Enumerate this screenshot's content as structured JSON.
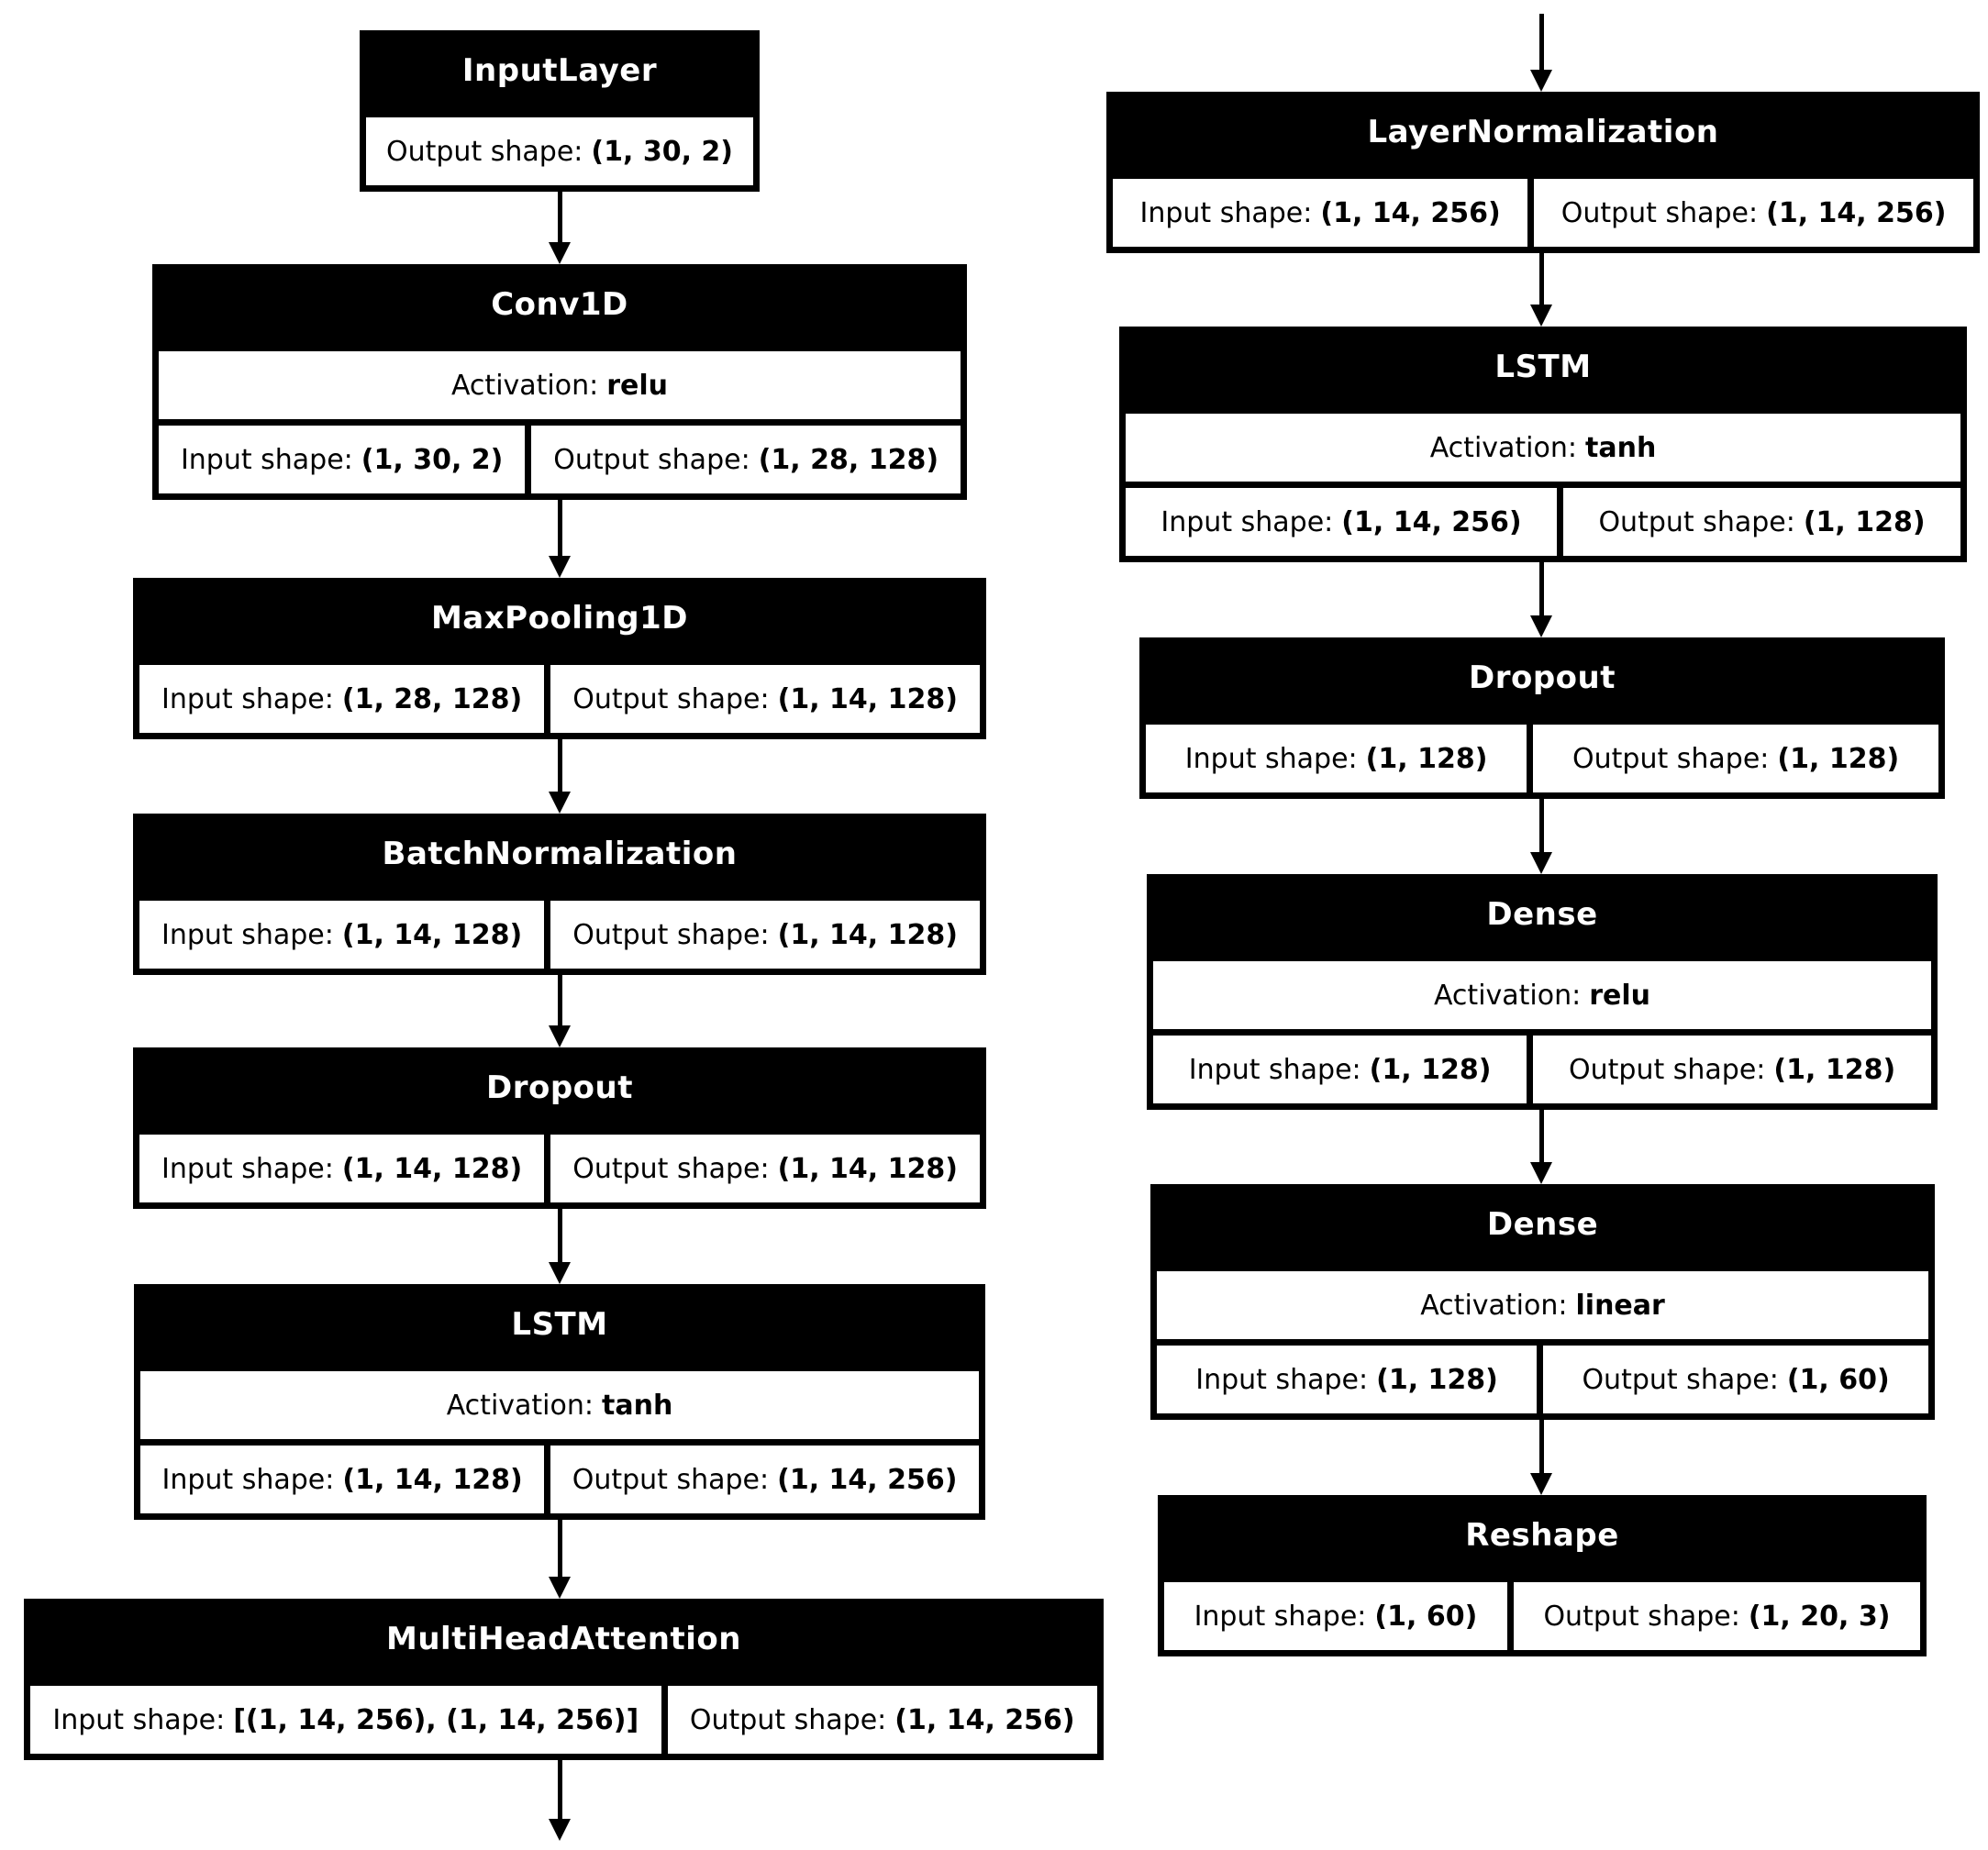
{
  "diagram": {
    "type": "keras-model-architecture",
    "colors": {
      "node_bg": "#000000",
      "node_text": "#ffffff",
      "cell_bg": "#ffffff",
      "cell_text": "#000000"
    },
    "labels": {
      "input": "Input shape:",
      "output": "Output shape:",
      "activation": "Activation:"
    },
    "left_column": {
      "nodes": [
        {
          "title": "InputLayer",
          "output_shape": "(1, 30, 2)"
        },
        {
          "title": "Conv1D",
          "activation": "relu",
          "input_shape": "(1, 30, 2)",
          "output_shape": "(1, 28, 128)"
        },
        {
          "title": "MaxPooling1D",
          "input_shape": "(1, 28, 128)",
          "output_shape": "(1, 14, 128)"
        },
        {
          "title": "BatchNormalization",
          "input_shape": "(1, 14, 128)",
          "output_shape": "(1, 14, 128)"
        },
        {
          "title": "Dropout",
          "input_shape": "(1, 14, 128)",
          "output_shape": "(1, 14, 128)"
        },
        {
          "title": "LSTM",
          "activation": "tanh",
          "input_shape": "(1, 14, 128)",
          "output_shape": "(1, 14, 256)"
        },
        {
          "title": "MultiHeadAttention",
          "input_shape": "[(1, 14, 256), (1, 14, 256)]",
          "output_shape": "(1, 14, 256)"
        }
      ]
    },
    "right_column": {
      "nodes": [
        {
          "title": "LayerNormalization",
          "input_shape": "(1, 14, 256)",
          "output_shape": "(1, 14, 256)"
        },
        {
          "title": "LSTM",
          "activation": "tanh",
          "input_shape": "(1, 14, 256)",
          "output_shape": "(1, 128)"
        },
        {
          "title": "Dropout",
          "input_shape": "(1, 128)",
          "output_shape": "(1, 128)"
        },
        {
          "title": "Dense",
          "activation": "relu",
          "input_shape": "(1, 128)",
          "output_shape": "(1, 128)"
        },
        {
          "title": "Dense",
          "activation": "linear",
          "input_shape": "(1, 128)",
          "output_shape": "(1, 60)"
        },
        {
          "title": "Reshape",
          "input_shape": "(1, 60)",
          "output_shape": "(1, 20, 3)"
        }
      ]
    }
  }
}
